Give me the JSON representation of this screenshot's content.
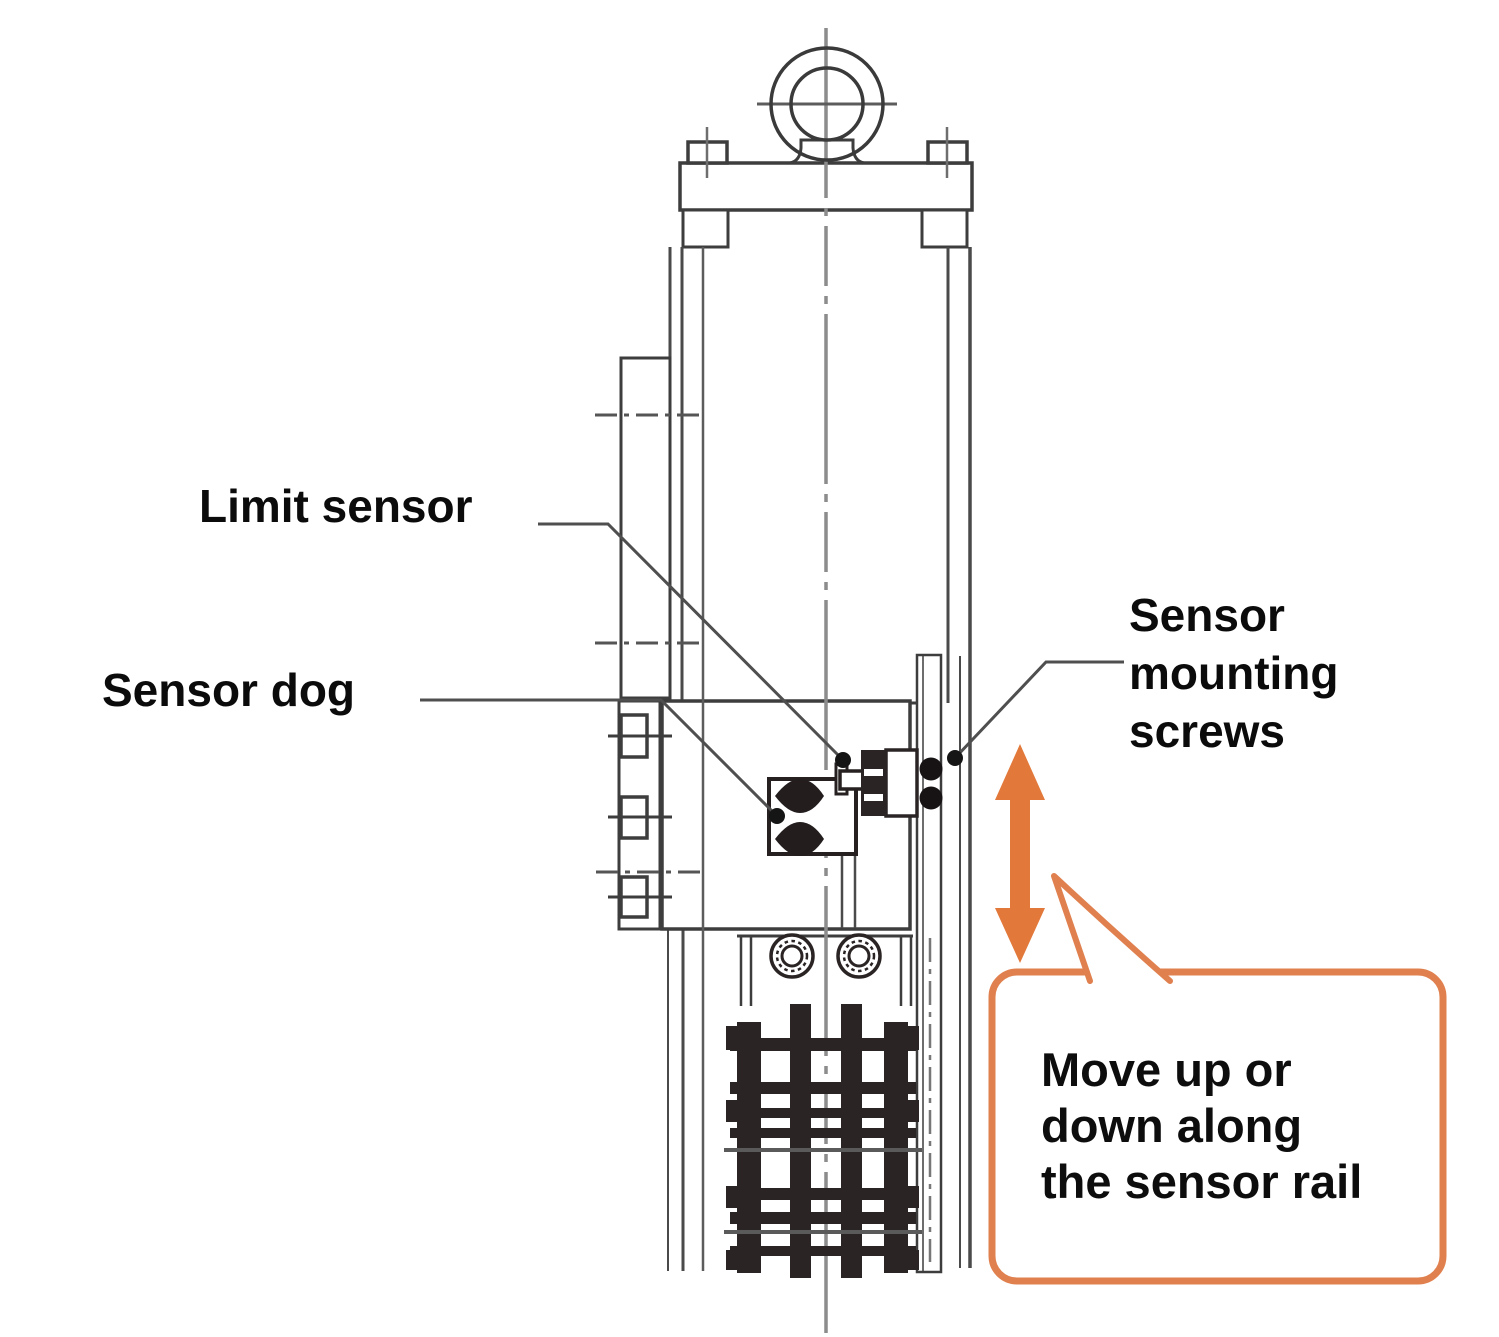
{
  "figure": {
    "type": "technical-line-drawing",
    "description": "Side view of a vertical electric actuator showing limit sensor position adjustment along the sensor rail"
  },
  "labels": {
    "limit_sensor": "Limit sensor",
    "sensor_dog": "Sensor dog",
    "sensor_mounting_screws": [
      "Sensor",
      "mounting",
      "screws"
    ],
    "callout": [
      "Move up or",
      "down along",
      "the sensor rail"
    ]
  },
  "colors": {
    "accent_orange_arrow": "#e2793b",
    "callout_border_orange": "#e0804e",
    "drawing_line_dark": "#3d3d3d",
    "component_dark": "#262021",
    "centerline_gray": "#8c8c8c",
    "text_black": "#0b0b0b",
    "background": "#ffffff"
  }
}
